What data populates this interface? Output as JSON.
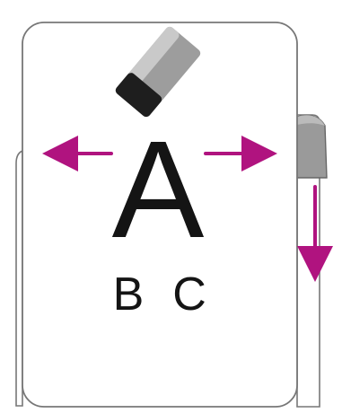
{
  "diagram": {
    "letters": {
      "main": "A",
      "secondary_left": "B",
      "secondary_right": "C"
    },
    "colors": {
      "arrow": "#B0137F",
      "outline": "#777777",
      "text": "#141414",
      "squeegee_body": "#9D9D9D",
      "squeegee_edge": "#1E1E1E",
      "backing_fold": "#9A9A9A"
    },
    "arrows": {
      "horizontal": "left-right",
      "vertical": "down"
    },
    "icons": {
      "tool": "squeegee-icon",
      "fold": "backing-paper-fold-icon"
    }
  }
}
